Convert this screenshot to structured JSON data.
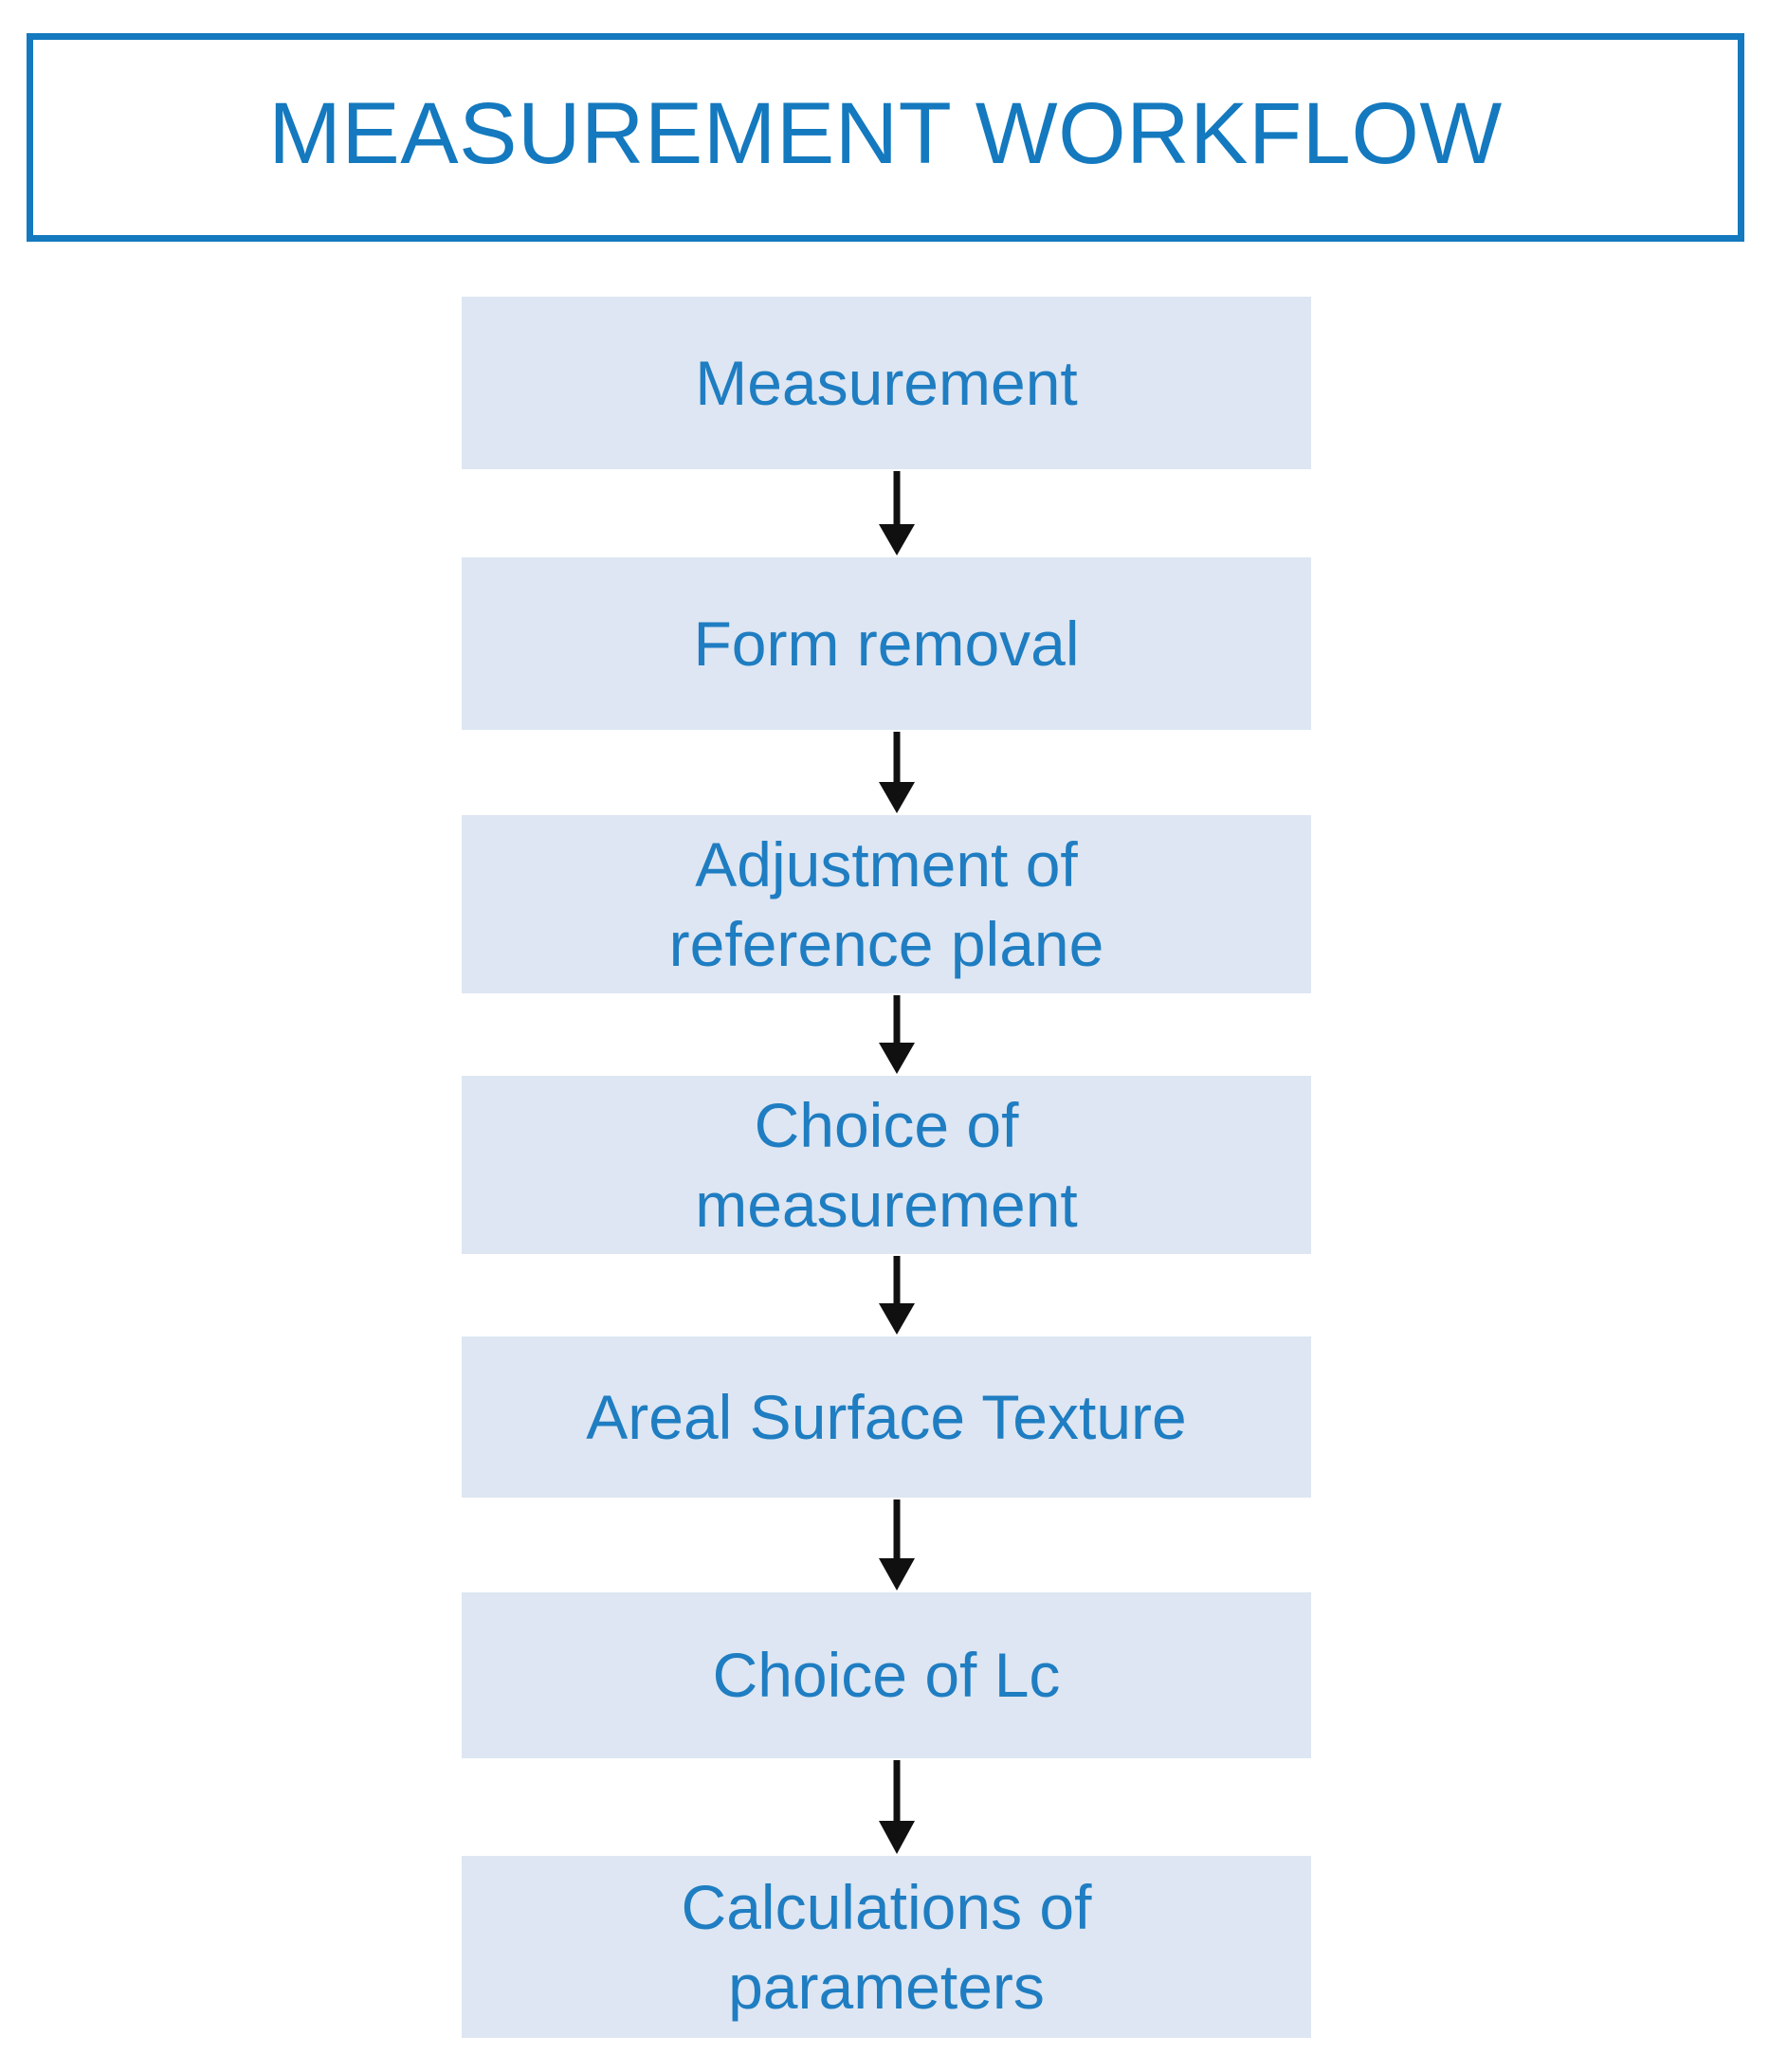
{
  "diagram": {
    "title": "MEASUREMENT WORKFLOW",
    "title_border_color": "#1479BE",
    "title_text_color": "#1479BE",
    "box_fill_color": "#DDE6F2",
    "box_text_color": "#1F7DC2",
    "arrow_color": "#101010",
    "steps": [
      {
        "id": "measurement",
        "label": "Measurement",
        "lines": [
          "Measurement"
        ]
      },
      {
        "id": "form-removal",
        "label": "Form removal",
        "lines": [
          "Form removal"
        ]
      },
      {
        "id": "adjustment",
        "label": "Adjustment of reference plane",
        "lines": [
          "Adjustment of",
          "reference plane"
        ]
      },
      {
        "id": "choice-measurement",
        "label": "Choice of measurement",
        "lines": [
          "Choice of",
          "measurement"
        ]
      },
      {
        "id": "areal-texture",
        "label": "Areal Surface Texture",
        "lines": [
          "Areal Surface Texture"
        ]
      },
      {
        "id": "choice-lc",
        "label": "Choice of Lc",
        "lines": [
          "Choice of Lc"
        ]
      },
      {
        "id": "calculations",
        "label": "Calculations of parameters",
        "lines": [
          "Calculations of",
          "parameters"
        ]
      }
    ],
    "connectors": [
      {
        "id": "arrow-1",
        "from": "measurement",
        "to": "form-removal",
        "icon": "arrow-down-icon"
      },
      {
        "id": "arrow-2",
        "from": "form-removal",
        "to": "adjustment",
        "icon": "arrow-down-icon"
      },
      {
        "id": "arrow-3",
        "from": "adjustment",
        "to": "choice-measurement",
        "icon": "arrow-down-icon"
      },
      {
        "id": "arrow-4",
        "from": "choice-measurement",
        "to": "areal-texture",
        "icon": "arrow-down-icon"
      },
      {
        "id": "arrow-5",
        "from": "areal-texture",
        "to": "choice-lc",
        "icon": "arrow-down-icon"
      },
      {
        "id": "arrow-6",
        "from": "choice-lc",
        "to": "calculations",
        "icon": "arrow-down-icon"
      }
    ]
  }
}
